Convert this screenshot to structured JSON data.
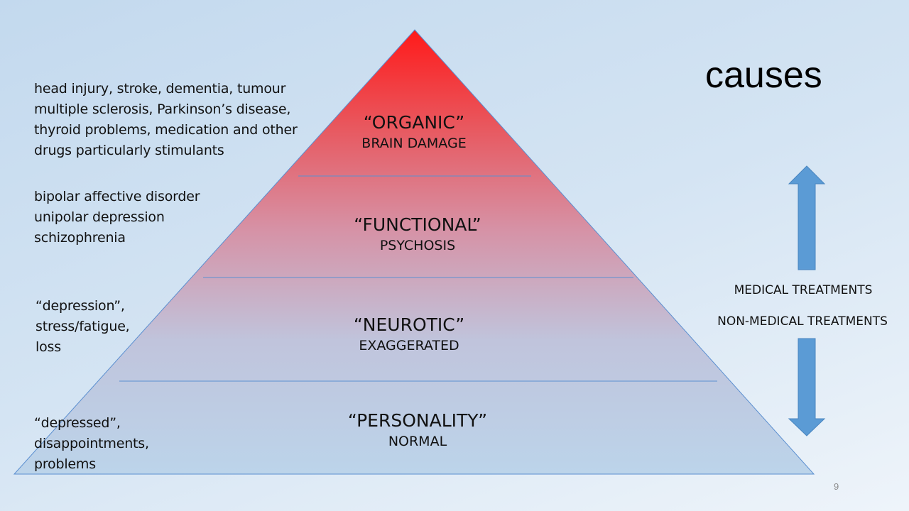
{
  "title": "causes",
  "levels": [
    {
      "title": "“ORGANIC”",
      "subtitle": "BRAIN DAMAGE"
    },
    {
      "title": "“FUNCTIONAL”",
      "subtitle": "PSYCHOSIS"
    },
    {
      "title": "“NEUROTIC”",
      "subtitle": "EXAGGERATED"
    },
    {
      "title": "“PERSONALITY”",
      "subtitle": "NORMAL"
    }
  ],
  "causes_text": [
    "head injury, stroke, dementia, tumour\nmultiple sclerosis, Parkinson’s disease,\nthyroid problems, medication and other\ndrugs particularly stimulants",
    "bipolar affective disorder\nunipolar depression\nschizophrenia",
    "“depression”,\nstress/fatigue,\nloss",
    "“depressed”,\ndisappointments,\nproblems"
  ],
  "treatments": {
    "medical": "MEDICAL TREATMENTS",
    "non_medical": "NON-MEDICAL TREATMENTS",
    "up_arrow_icon": "arrow-up-icon",
    "down_arrow_icon": "arrow-down-icon"
  },
  "colors": {
    "pyramid_top": "#ff1a1a",
    "pyramid_bottom": "#bfd5ea",
    "arrow_fill": "#5b9bd5",
    "divider": "#5b8fd0"
  },
  "page_number": "9"
}
